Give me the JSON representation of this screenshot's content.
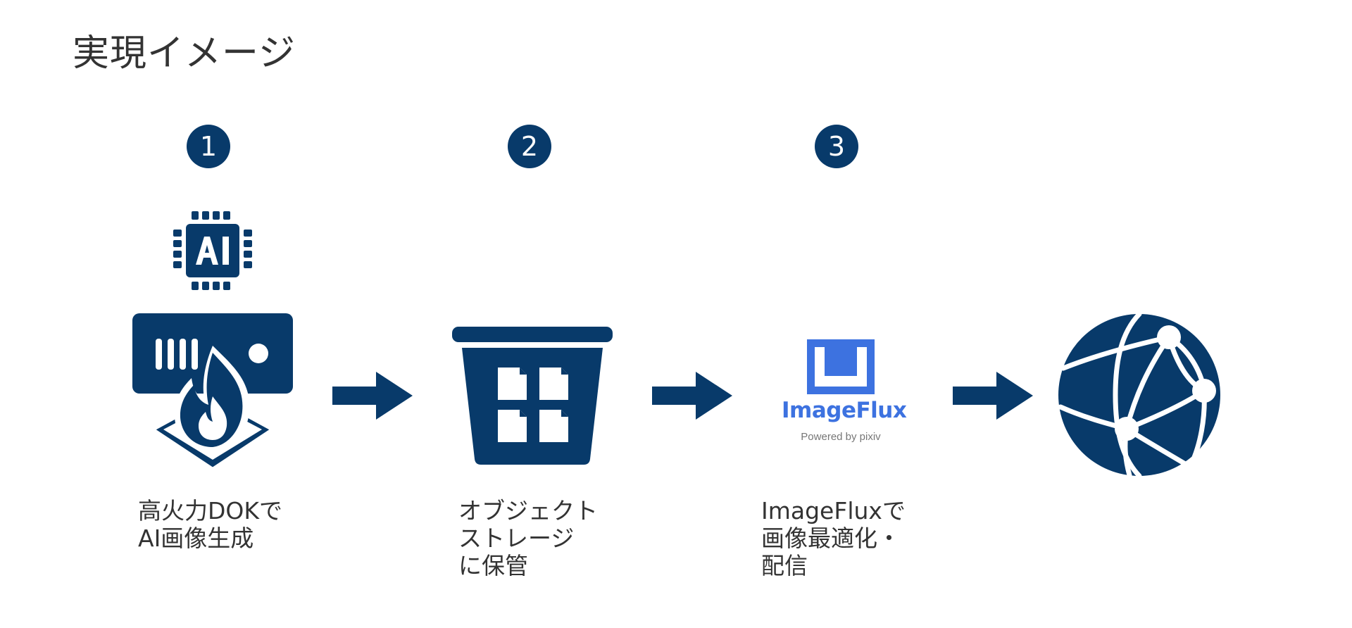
{
  "title": "実現イメージ",
  "colors": {
    "primary": "#083a6a",
    "logo_blue": "#3d72e0",
    "text": "#333333"
  },
  "steps": [
    {
      "number": "1",
      "icon": "ai-chip-server-fire-icon",
      "caption_lines": [
        "高火力DOKで",
        "AI画像生成"
      ]
    },
    {
      "number": "2",
      "icon": "object-storage-bucket-icon",
      "caption_lines": [
        "オブジェクト",
        "ストレージ",
        "に保管"
      ]
    },
    {
      "number": "3",
      "icon": "imageflux-logo",
      "caption_lines": [
        "ImageFluxで",
        "画像最適化・",
        "配信"
      ]
    }
  ],
  "logo": {
    "name": "ImageFlux",
    "tagline": "Powered by pixiv"
  },
  "destination": {
    "icon": "globe-network-icon"
  },
  "arrows": [
    "right-arrow-icon",
    "right-arrow-icon",
    "right-arrow-icon"
  ]
}
